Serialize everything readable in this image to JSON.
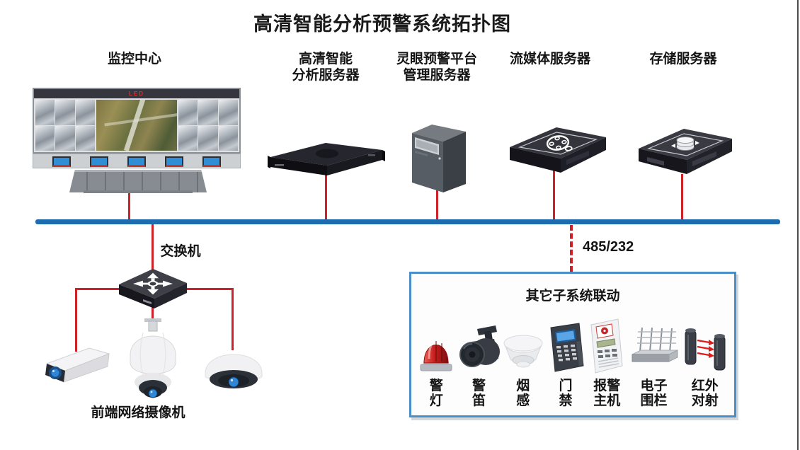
{
  "title": "高清智能分析预警系统拓扑图",
  "nodes": {
    "monitoring_center": {
      "label": "监控中心",
      "led_text": "LED"
    },
    "analysis_server": {
      "line1": "高清智能",
      "line2": "分析服务器"
    },
    "platform_server": {
      "line1": "灵眼预警平台",
      "line2": "管理服务器"
    },
    "streaming_server": {
      "label": "流媒体服务器"
    },
    "storage_server": {
      "label": "存储服务器"
    },
    "switch": {
      "label": "交换机"
    },
    "front_cameras": {
      "label": "前端网络摄像机"
    }
  },
  "serial_link_label": "485/232",
  "subsystem": {
    "title": "其它子系统联动",
    "items": [
      {
        "line1": "警",
        "line2": "灯"
      },
      {
        "line1": "警",
        "line2": "笛"
      },
      {
        "line1": "烟",
        "line2": "感"
      },
      {
        "line1": "门",
        "line2": "禁"
      },
      {
        "line1": "报警",
        "line2": "主机"
      },
      {
        "line1": "电子",
        "line2": "围栏"
      },
      {
        "line1": "红外",
        "line2": "对射"
      }
    ]
  },
  "colors": {
    "bus_blue": "#1d6cb0",
    "link_red": "#cf2128",
    "box_border_blue": "#4a8fc7"
  }
}
